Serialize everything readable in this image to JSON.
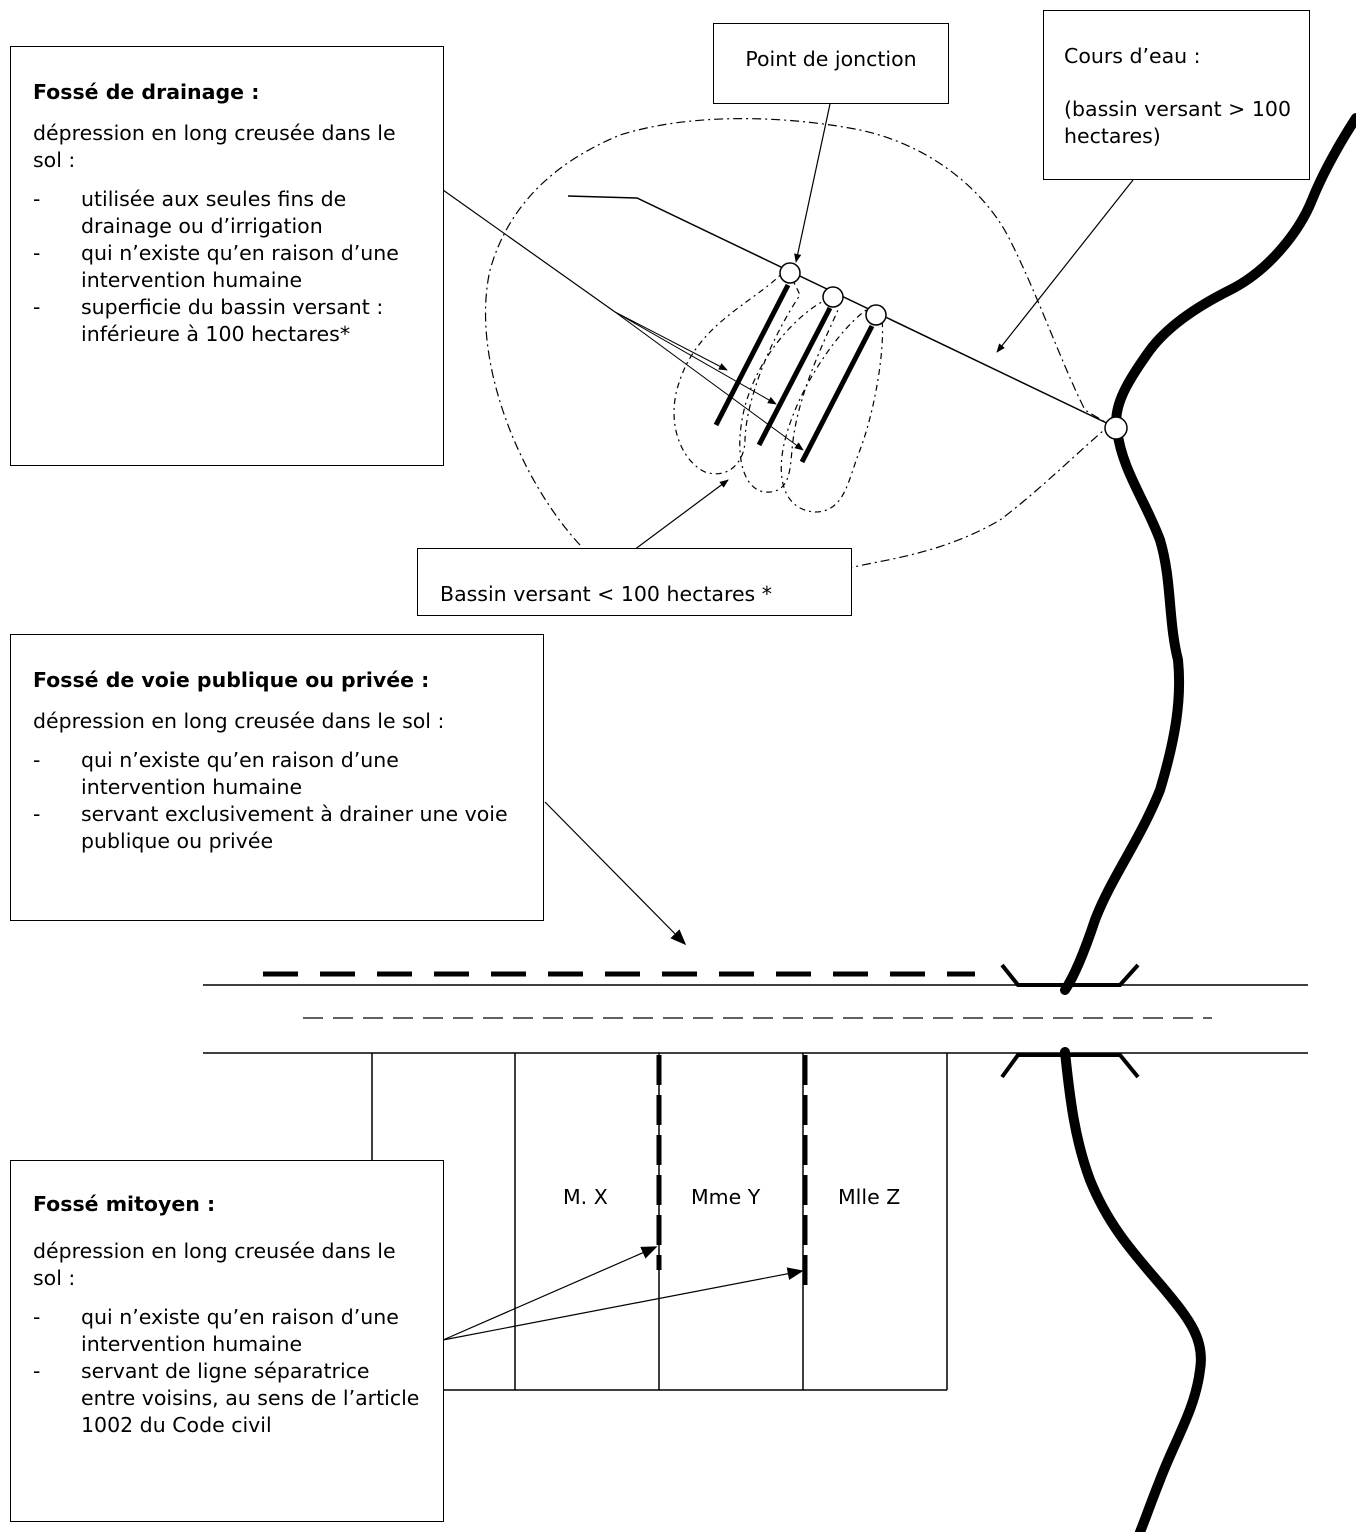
{
  "drainage_box": {
    "title": "Fossé de drainage :",
    "description": "dépression en long creusée dans le sol :",
    "items": [
      "utilisée aux seules fins de drainage ou d’irrigation",
      "qui n’existe qu’en raison d’une intervention humaine",
      "superficie du bassin versant : inférieure à 100 hectares*"
    ]
  },
  "junction_box": {
    "label": "Point de jonction"
  },
  "watercourse_box": {
    "title": "Cours d’eau :",
    "note": "(bassin versant > 100 hectares)"
  },
  "basin_box": {
    "label": "Bassin versant < 100 hectares *"
  },
  "road_ditch_box": {
    "title": "Fossé de voie publique ou privée :",
    "description": "dépression en long creusée dans le sol :",
    "items": [
      "qui n’existe qu’en raison d’une intervention humaine",
      "servant exclusivement à drainer une voie publique ou privée"
    ]
  },
  "party_ditch_box": {
    "title": "Fossé mitoyen :",
    "description": "dépression en long creusée dans le sol :",
    "items": [
      "qui n’existe qu’en raison d’une intervention humaine",
      "servant de ligne séparatrice entre voisins, au sens de l’article 1002 du Code civil"
    ]
  },
  "parcels": [
    "M. X",
    "Mme Y",
    "Mlle Z"
  ]
}
